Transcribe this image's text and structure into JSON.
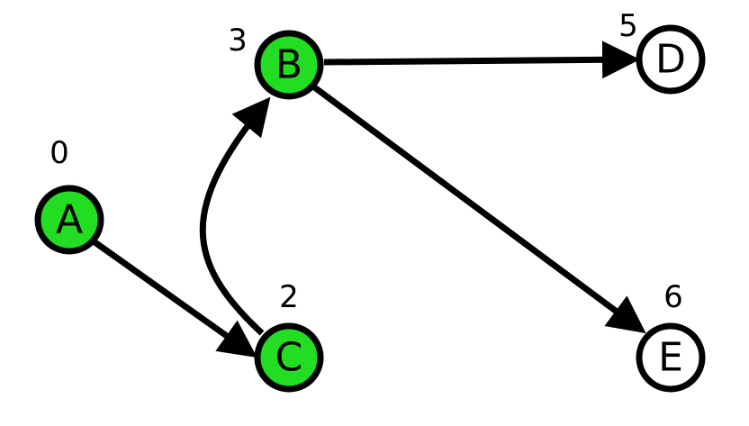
{
  "colors": {
    "visited": "#22dd22",
    "unvisited": "#ffffff",
    "stroke": "#000000"
  },
  "nodes": [
    {
      "id": "A",
      "label": "A",
      "distance": "0",
      "visited": true
    },
    {
      "id": "B",
      "label": "B",
      "distance": "3",
      "visited": true
    },
    {
      "id": "C",
      "label": "C",
      "distance": "2",
      "visited": true
    },
    {
      "id": "D",
      "label": "D",
      "distance": "5",
      "visited": false
    },
    {
      "id": "E",
      "label": "E",
      "distance": "6",
      "visited": false
    }
  ],
  "edges": [
    {
      "from": "A",
      "to": "C"
    },
    {
      "from": "C",
      "to": "B"
    },
    {
      "from": "B",
      "to": "D"
    },
    {
      "from": "B",
      "to": "E"
    }
  ]
}
